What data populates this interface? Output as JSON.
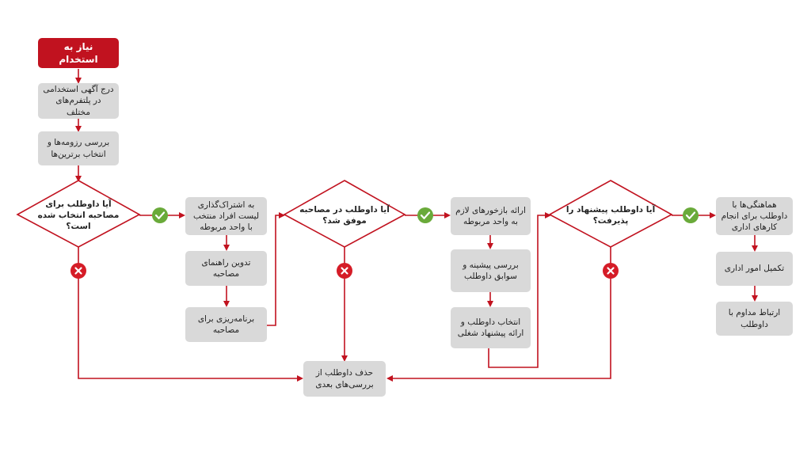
{
  "colors": {
    "accent": "#c1121f",
    "box": "#d9d9d9",
    "yes": "#6aaa3a",
    "no": "#d51c27"
  },
  "nodes": {
    "start": "نیاز به استخدام",
    "post_ad": "درج آگهی استخدامی در پلتفرم‌های مختلف",
    "review_resumes": "بررسی رزومه‌ها و انتخاب برترین‌ها",
    "q_selected": "آیا داوطلب برای مصاحبه انتخاب شده است؟",
    "share_list": "به اشتراک‌گذاری لیست افراد منتخب با واحد مربوطه",
    "interview_guide": "تدوین راهنمای مصاحبه",
    "schedule_interview": "برنامه‌ریزی برای مصاحبه",
    "q_interview": "آیا داوطلب در مصاحبه موفق شد؟",
    "feedback": "ارائه بازخورهای لازم به واحد مربوطه",
    "background_check": "بررسی پیشینه و سوابق داوطلب",
    "offer": "انتخاب داوطلب و ارائه پیشنهاد شغلی",
    "q_offer": "آیا داوطلب پیشنهاد را پذیرفت؟",
    "coordination": "هماهنگی‌ها با داوطلب برای انجام کارهای اداری",
    "admin_complete": "تکمیل امور اداری",
    "ongoing_contact": "ارتباط مداوم با داوطلب",
    "remove_candidate": "حذف داوطلب از بررسی‌های بعدی"
  },
  "icons": {
    "yes": "check-icon",
    "no": "cross-icon"
  }
}
